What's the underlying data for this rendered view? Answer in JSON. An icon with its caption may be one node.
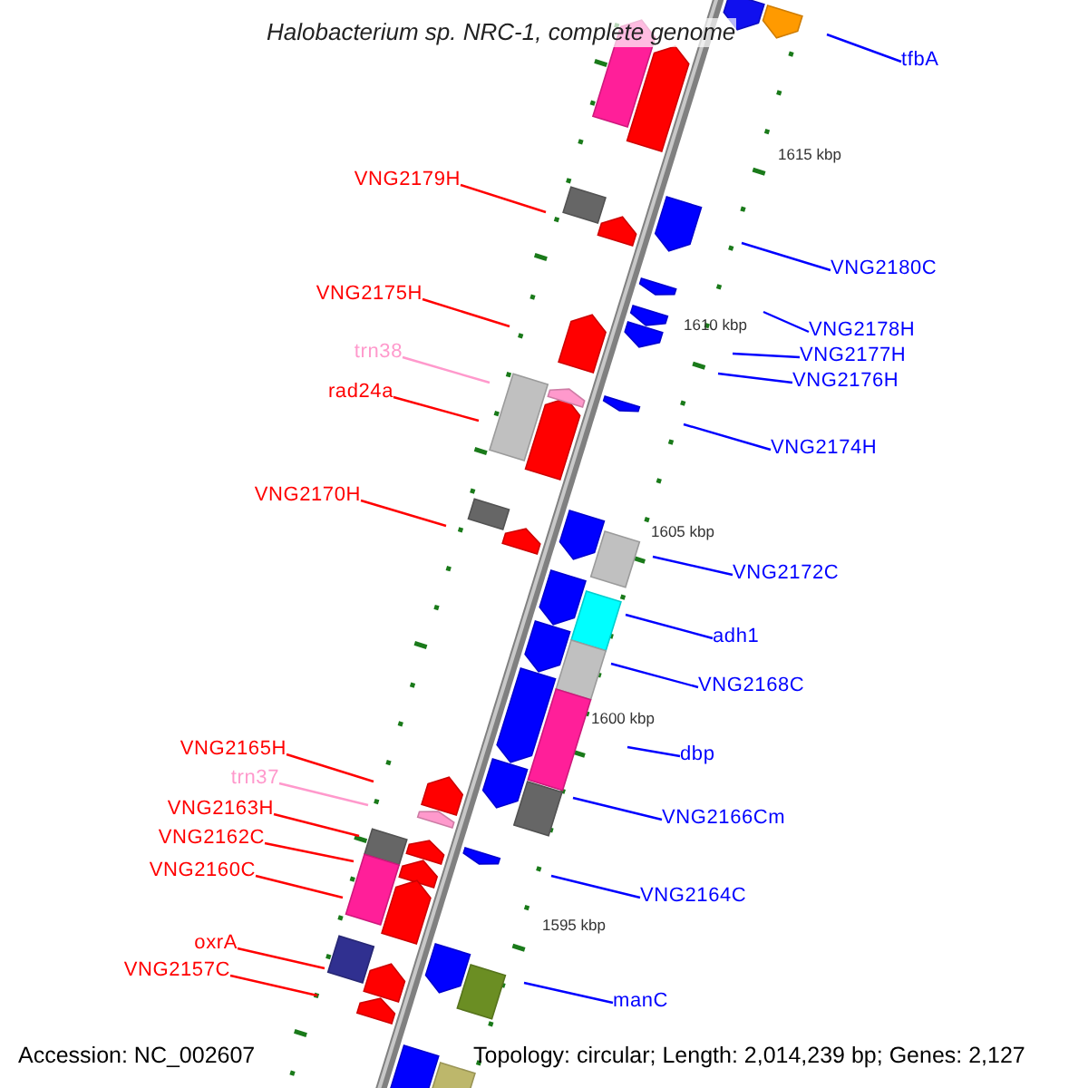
{
  "diagram": {
    "title": "Halobacterium sp. NRC-1, complete genome",
    "nodes": [
      {
        "text": [
          "tfbA"
        ]
      },
      {
        "text": [
          "VNG2179H"
        ]
      },
      {
        "text": [
          "VNG2180C"
        ]
      },
      {
        "text": [
          "VNG2175H"
        ]
      },
      {
        "text": [
          "VNG2178H"
        ]
      },
      {
        "text": [
          "VNG2177H"
        ]
      },
      {
        "text": [
          "trn38"
        ]
      },
      {
        "text": [
          "VNG2176H"
        ]
      },
      {
        "text": [
          "rad24a"
        ]
      },
      {
        "text": [
          "VNG2174H"
        ]
      },
      {
        "text": [
          "VNG2170H"
        ]
      },
      {
        "text": [
          "VNG2172C"
        ]
      },
      {
        "text": [
          "adh1"
        ]
      },
      {
        "text": [
          "VNG2168C"
        ]
      },
      {
        "text": [
          "VNG2165H"
        ]
      },
      {
        "text": [
          "dbp"
        ]
      },
      {
        "text": [
          "trn37"
        ]
      },
      {
        "text": [
          "VNG2163H"
        ]
      },
      {
        "text": [
          "VNG2166Cm"
        ]
      },
      {
        "text": [
          "VNG2162C"
        ]
      },
      {
        "text": [
          "VNG2160C"
        ]
      },
      {
        "text": [
          "VNG2164C"
        ]
      },
      {
        "text": [
          "oxrA"
        ]
      },
      {
        "text": [
          "VNG2157C"
        ]
      },
      {
        "text": [
          "manC"
        ]
      }
    ],
    "edges": [
      {
        "from": 0,
        "to": null,
        "arrow": "none"
      },
      {
        "from": 1,
        "to": null,
        "arrow": "none",
        "color": "#ff0000"
      },
      {
        "from": 2,
        "to": null,
        "arrow": "none"
      },
      {
        "from": 3,
        "to": null,
        "arrow": "none",
        "color": "#ff0000"
      },
      {
        "from": 4,
        "to": null,
        "arrow": "none"
      },
      {
        "from": 5,
        "to": null,
        "arrow": "none"
      },
      {
        "from": 6,
        "to": null,
        "arrow": "none",
        "color": "#ff99cc"
      },
      {
        "from": 7,
        "to": null,
        "arrow": "none"
      },
      {
        "from": 8,
        "to": null,
        "arrow": "none",
        "color": "#ff0000"
      },
      {
        "from": 9,
        "to": null,
        "arrow": "none"
      },
      {
        "from": 10,
        "to": null,
        "arrow": "none",
        "color": "#ff0000"
      },
      {
        "from": 11,
        "to": null,
        "arrow": "none"
      },
      {
        "from": 12,
        "to": null,
        "arrow": "none"
      },
      {
        "from": 13,
        "to": null,
        "arrow": "none"
      },
      {
        "from": 14,
        "to": null,
        "arrow": "none",
        "color": "#ff0000"
      },
      {
        "from": 15,
        "to": null,
        "arrow": "none"
      },
      {
        "from": 16,
        "to": null,
        "arrow": "none",
        "color": "#ff99cc"
      },
      {
        "from": 17,
        "to": null,
        "arrow": "none",
        "color": "#ff0000"
      },
      {
        "from": 18,
        "to": null,
        "arrow": "none"
      },
      {
        "from": 19,
        "to": null,
        "arrow": "none",
        "color": "#ff0000"
      },
      {
        "from": 20,
        "to": null,
        "arrow": "none",
        "color": "#ff0000"
      },
      {
        "from": 21,
        "to": null,
        "arrow": "none"
      },
      {
        "from": 22,
        "to": null,
        "arrow": "none",
        "color": "#ff0000"
      },
      {
        "from": 23,
        "to": null,
        "arrow": "none",
        "color": "#ff0000"
      },
      {
        "from": 24,
        "to": null,
        "arrow": "none"
      }
    ],
    "labels": [
      "1615 kbp",
      "1610 kbp",
      "1605 kbp",
      "1600 kbp",
      "1595 kbp",
      "Accession: NC_002607",
      "Topology: circular; Length: 2,014,239 bp; Genes: 2,127"
    ]
  }
}
